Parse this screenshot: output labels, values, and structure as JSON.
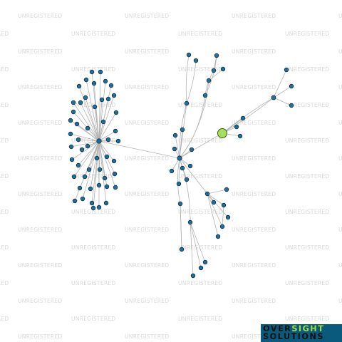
{
  "watermark": {
    "text": "UNREGISTERED"
  },
  "graph": {
    "focus_color": "#a6e05a",
    "node_color": "#1f6f9a",
    "edge_color": "#b3b3b3",
    "node_count": 94
  },
  "logo": {
    "line1_a": "OVER",
    "line1_b": "SIGHT",
    "line2": "SOLUTIONS",
    "accent": "#9fdc3b",
    "background": "#0a5a7e"
  }
}
